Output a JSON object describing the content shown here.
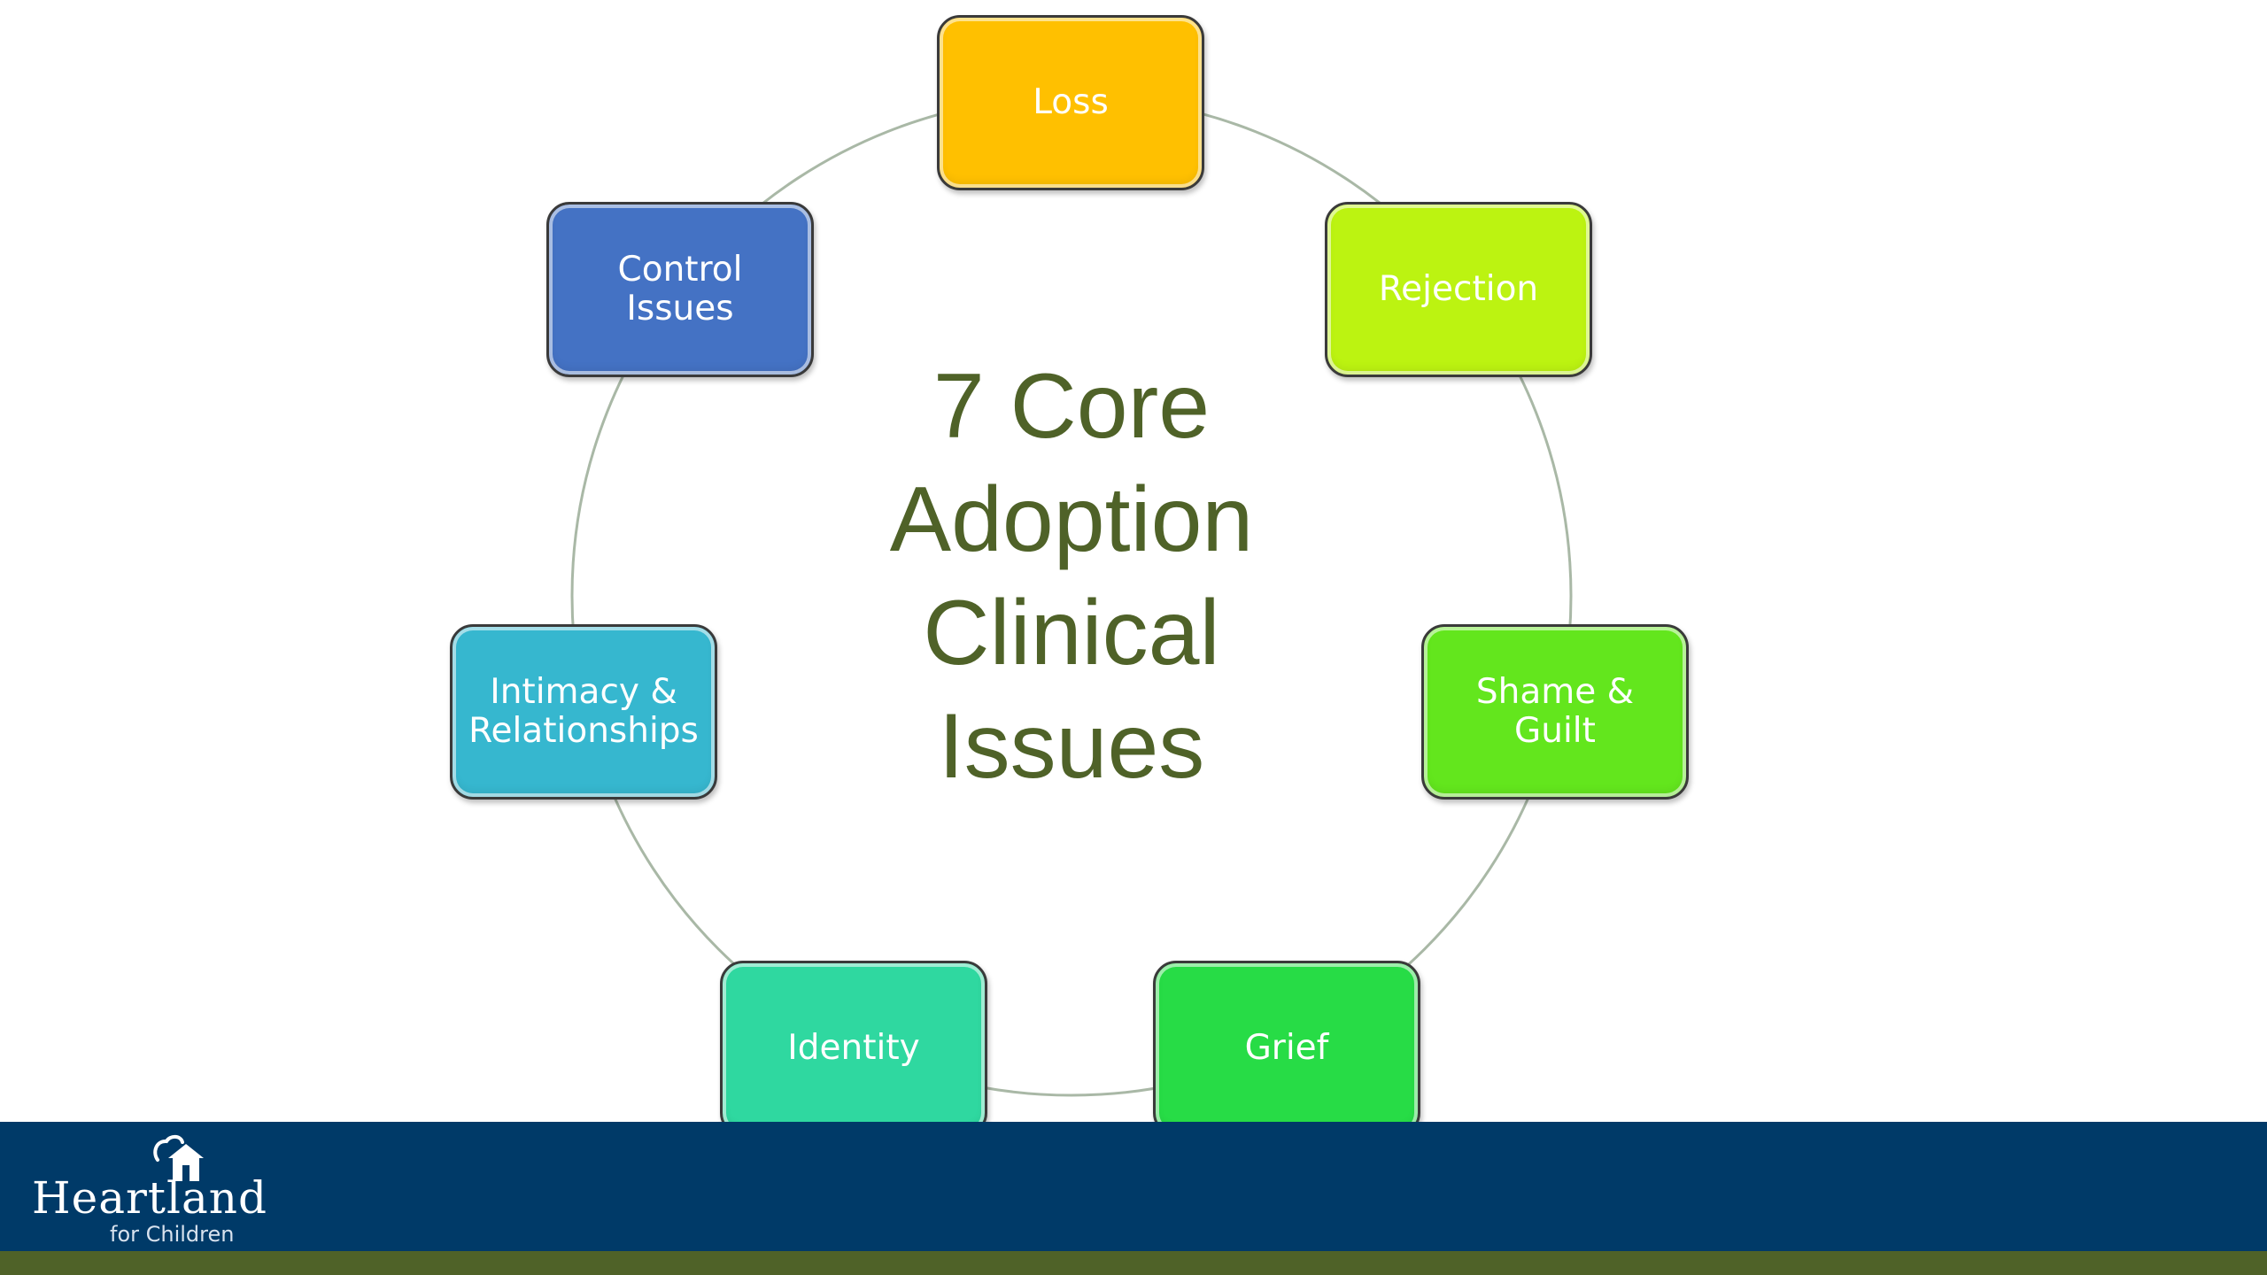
{
  "diagram": {
    "title_lines": [
      "7 Core",
      "Adoption",
      "Clinical",
      "Issues"
    ],
    "nodes": [
      {
        "id": "loss",
        "label": "Loss",
        "color": "#ffc000"
      },
      {
        "id": "rejection",
        "label": "Rejection",
        "color": "#bcf311"
      },
      {
        "id": "shame-guilt",
        "label": "Shame &\nGuilt",
        "color": "#63e61d"
      },
      {
        "id": "grief",
        "label": "Grief",
        "color": "#27dc46"
      },
      {
        "id": "identity",
        "label": "Identity",
        "color": "#2fd8a0"
      },
      {
        "id": "intimacy-relationships",
        "label": "Intimacy &\nRelationships",
        "color": "#36b7cf"
      },
      {
        "id": "control-issues",
        "label": "Control\nIssues",
        "color": "#4472c4"
      }
    ],
    "ring_color": "#a9b8a6"
  },
  "footer": {
    "logo_name": "Heartland",
    "logo_sub": "for Children",
    "bar_color": "#003a68",
    "stripe_color": "#4f6228"
  }
}
